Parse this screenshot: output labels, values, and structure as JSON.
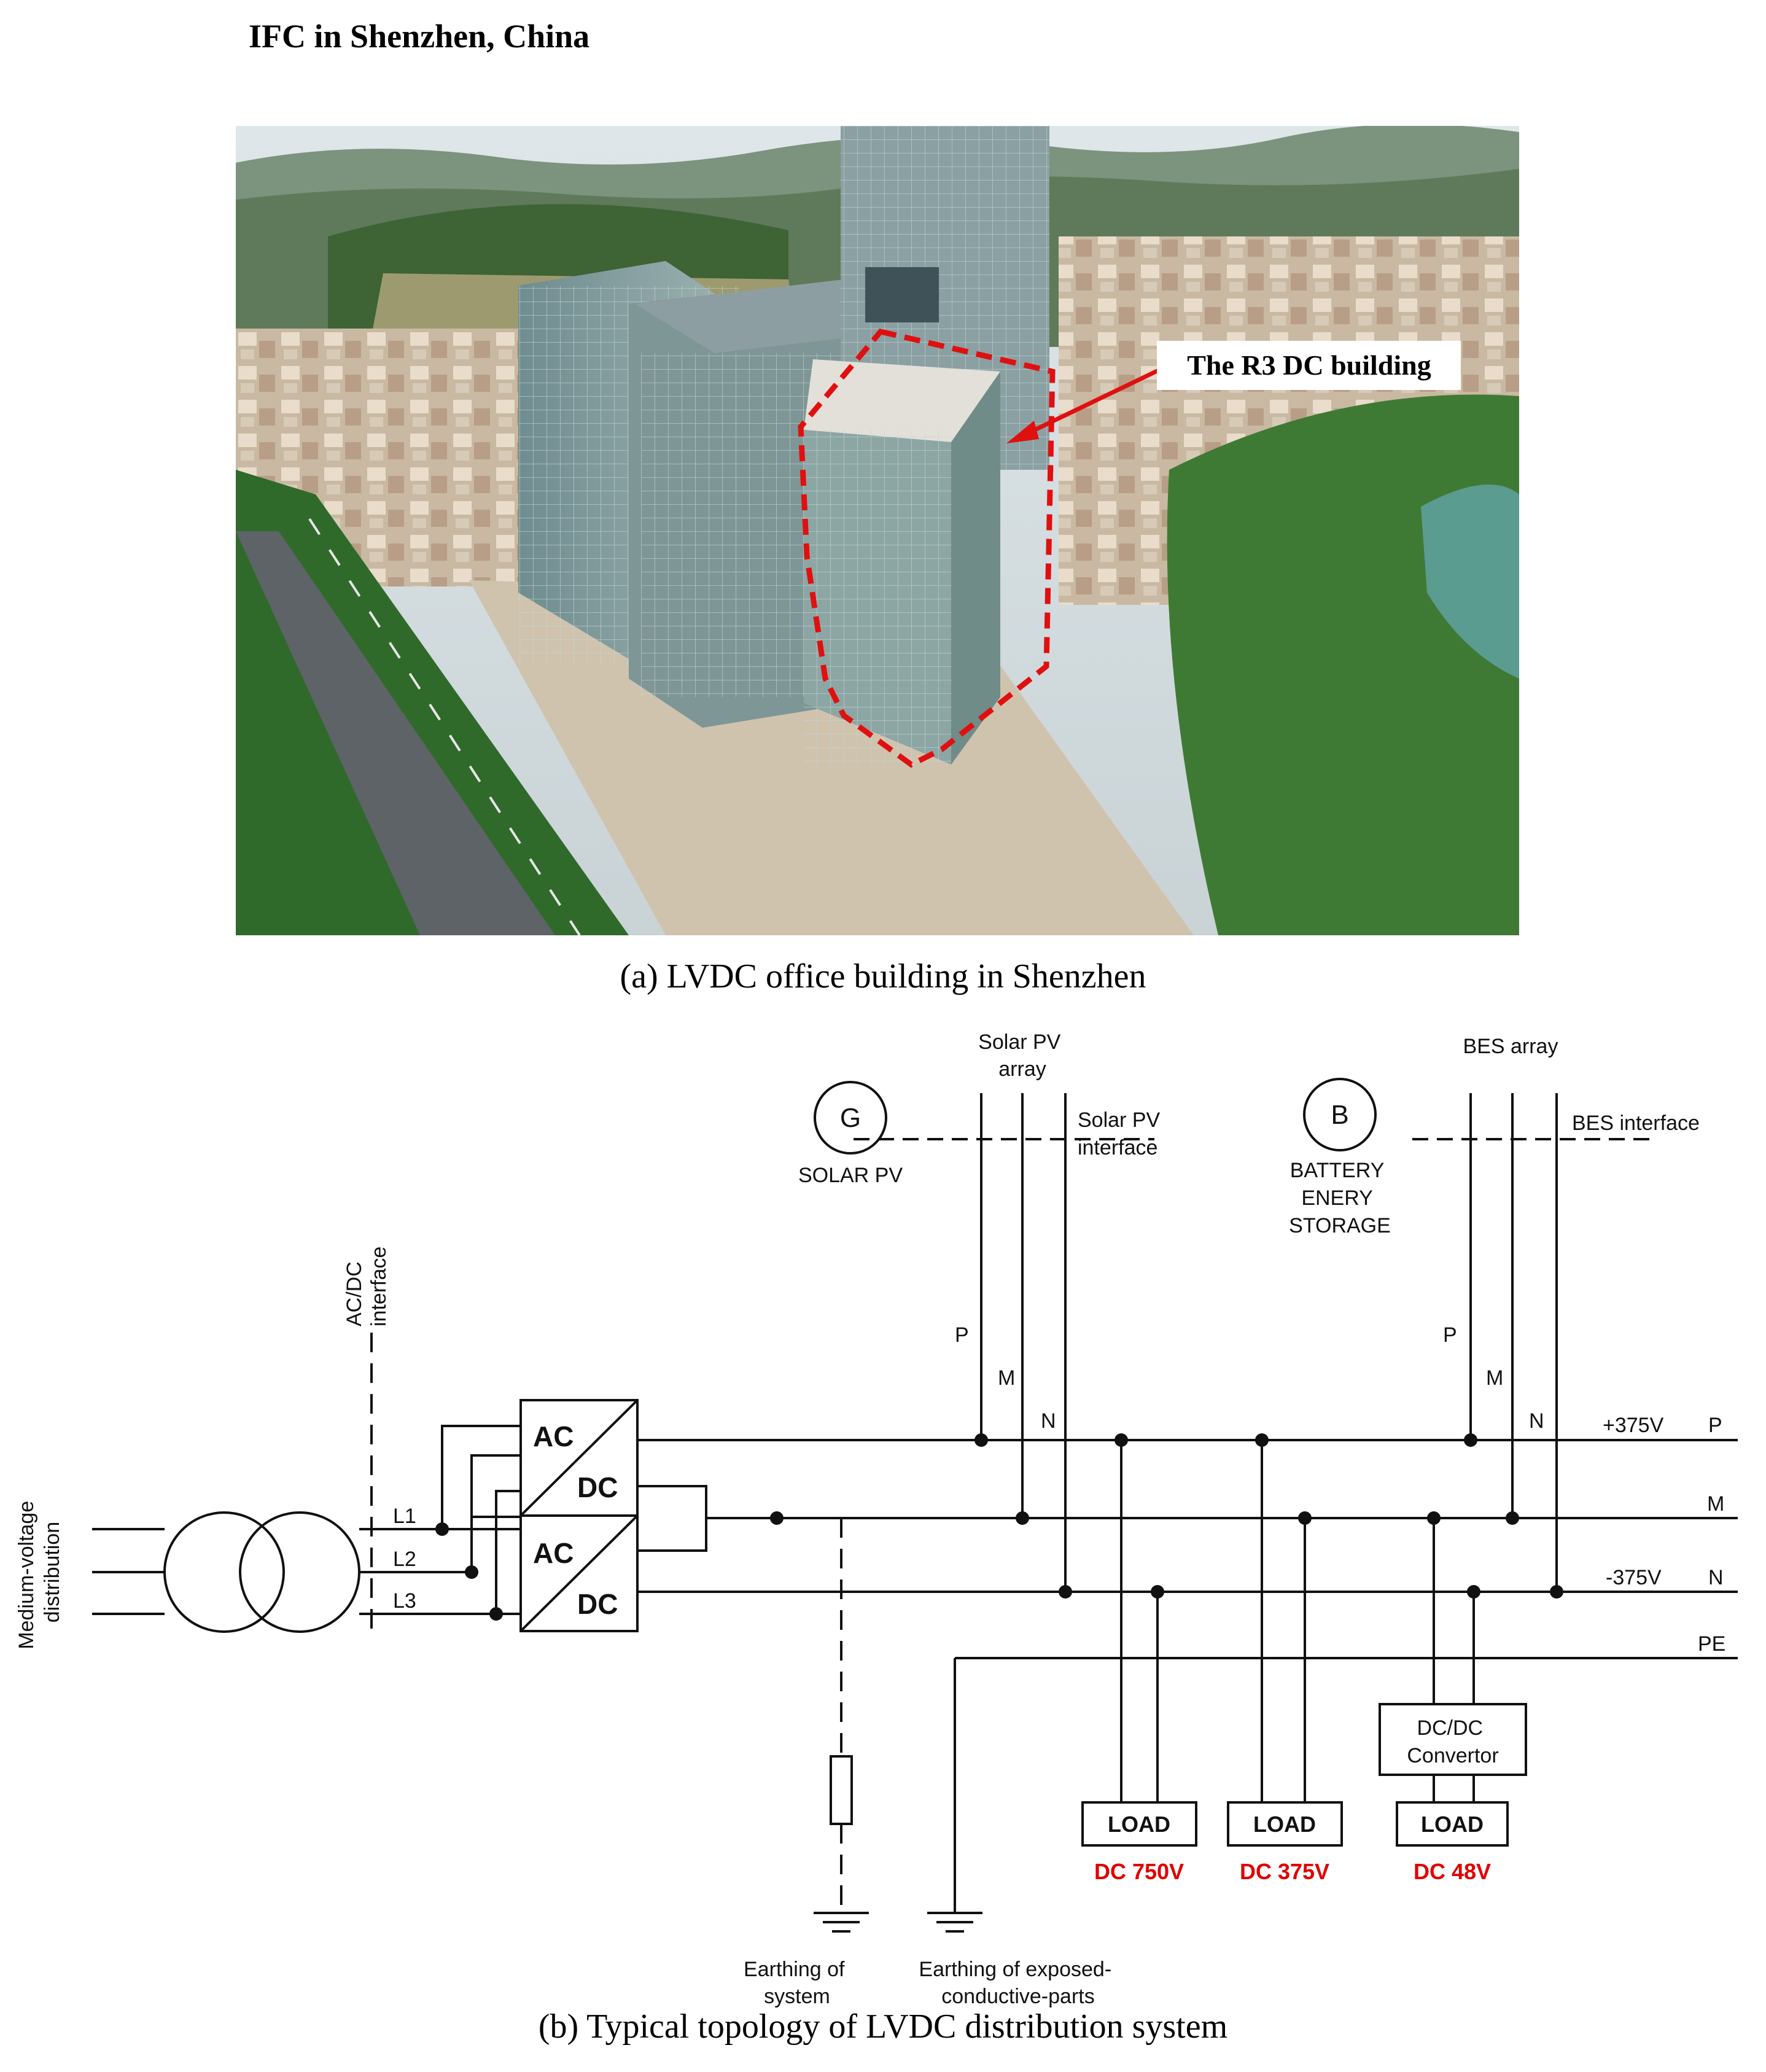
{
  "photo": {
    "title": "IFC in Shenzhen, China",
    "callout": "The R3 DC building",
    "highlight_color": "#e01010"
  },
  "captions": {
    "a": "(a) LVDC office building in Shenzhen",
    "b": "(b) Typical topology of LVDC distribution system"
  },
  "diagram": {
    "medium_voltage": [
      "Medium-voltage",
      "distribution"
    ],
    "acdc_interface": [
      "AC/DC",
      "interface"
    ],
    "phases": [
      "L1",
      "L2",
      "L3"
    ],
    "converter": {
      "ac": "AC",
      "dc": "DC"
    },
    "solar": {
      "array": [
        "Solar PV",
        "array"
      ],
      "symbol": "G",
      "name": "SOLAR PV",
      "interface": [
        "Solar PV",
        "interface"
      ]
    },
    "battery": {
      "array": "BES array",
      "symbol": "B",
      "name": [
        "BATTERY",
        "ENERY",
        "STORAGE"
      ],
      "interface": "BES interface"
    },
    "pole_letters": {
      "p": "P",
      "m": "M",
      "n": "N"
    },
    "bus": {
      "p_voltage": "+375V",
      "p": "P",
      "m": "M",
      "n_voltage": "-375V",
      "n": "N",
      "pe": "PE"
    },
    "dcdc": [
      "DC/DC",
      "Convertor"
    ],
    "loads": [
      {
        "label": "LOAD",
        "rating": "DC 750V"
      },
      {
        "label": "LOAD",
        "rating": "DC 375V"
      },
      {
        "label": "LOAD",
        "rating": "DC 48V"
      }
    ],
    "earthing_system": [
      "Earthing of",
      "system"
    ],
    "earthing_parts": [
      "Earthing of exposed-",
      "conductive-parts"
    ],
    "rating_color": "#e00000"
  }
}
